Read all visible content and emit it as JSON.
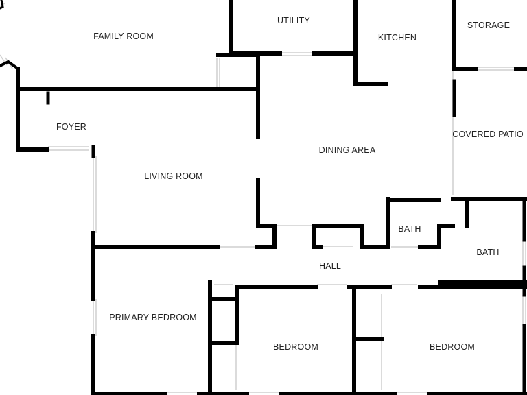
{
  "colors": {
    "wall": "#000000",
    "opening": "#cfcfcf",
    "background": "#ffffff",
    "text": "#222222"
  },
  "rooms": {
    "family_room": "FAMILY ROOM",
    "utility": "UTILITY",
    "kitchen": "KITCHEN",
    "storage": "STORAGE",
    "foyer": "FOYER",
    "dining_area": "DINING AREA",
    "covered_patio": "COVERED PATIO",
    "living_room": "LIVING ROOM",
    "bath_small": "BATH",
    "bath_right": "BATH",
    "hall": "HALL",
    "primary_bedroom": "PRIMARY BEDROOM",
    "bedroom_middle": "BEDROOM",
    "bedroom_right": "BEDROOM"
  }
}
